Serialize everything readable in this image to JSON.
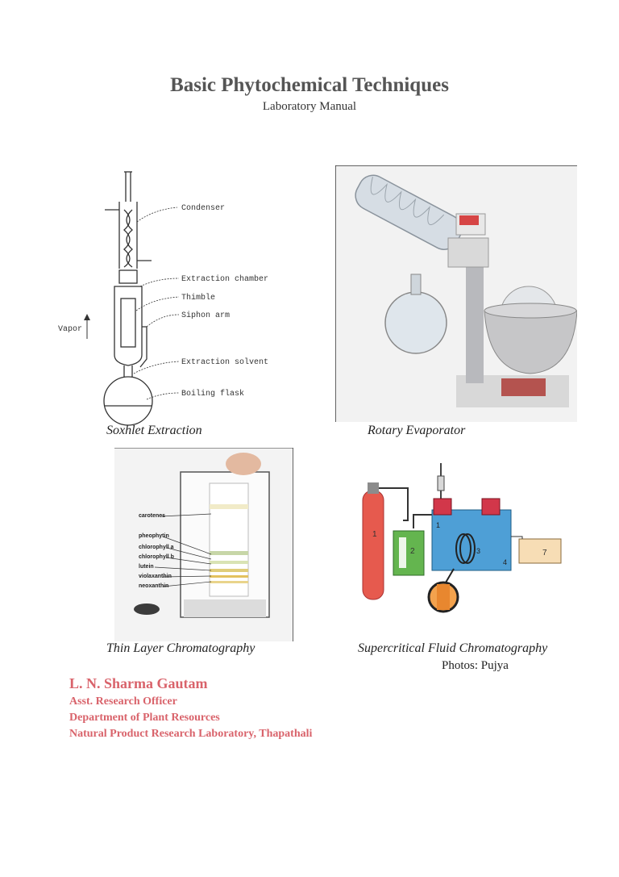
{
  "header": {
    "title": "Basic Phytochemical Techniques",
    "subtitle": "Laboratory Manual"
  },
  "figures": {
    "soxhlet": {
      "caption": "Soxhlet Extraction",
      "labels": {
        "condenser": "Condenser",
        "extraction_chamber": "Extraction chamber",
        "thimble": "Thimble",
        "siphon_arm": "Siphon arm",
        "vapor": "Vapor",
        "extraction_solvent": "Extraction solvent",
        "boiling_flask": "Boiling flask"
      }
    },
    "rotary": {
      "caption": "Rotary Evaporator"
    },
    "tlc": {
      "caption": "Thin Layer Chromatography",
      "labels": {
        "carotenes": "carotenes",
        "pheophytin": "pheophytin",
        "chlorophyll_a": "chlorophyll a",
        "chlorophyll_b": "chlorophyll b",
        "lutein": "lutein",
        "violaxanthin": "violaxanthin",
        "neoxanthin": "neoxanthin"
      }
    },
    "sfc": {
      "caption": "Supercritical Fluid Chromatography",
      "numbers": [
        "1",
        "2",
        "1",
        "3",
        "4",
        "7"
      ],
      "credit": "Photos: Pujya"
    }
  },
  "author": {
    "name": "L. N. Sharma Gautam",
    "position": "Asst. Research Officer",
    "department": "Department of Plant Resources",
    "lab": "Natural Product Research Laboratory, Thapathali"
  },
  "colors": {
    "author_text": "#d9636b",
    "title_text": "#555555"
  }
}
